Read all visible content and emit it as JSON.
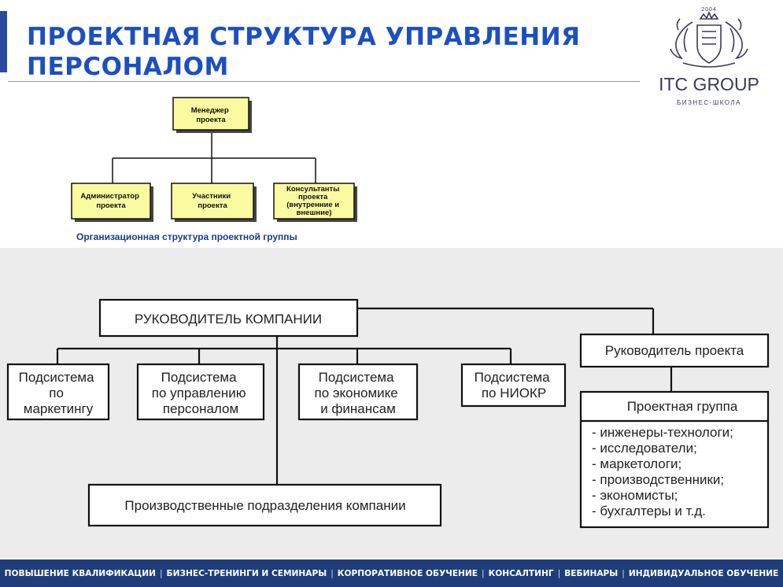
{
  "header": {
    "title_line1": "ПРОЕКТНАЯ СТРУКТУРА УПРАВЛЕНИЯ",
    "title_line2": "ПЕРСОНАЛОМ"
  },
  "logo": {
    "year": "2004",
    "name": "ITC GROUP",
    "subtitle": "БИЗНЕС-ШКОЛА"
  },
  "small_chart": {
    "manager": [
      "Менеджер",
      "проекта"
    ],
    "nodes": [
      [
        "Администратор",
        "проекта"
      ],
      [
        "Участники",
        "проекта"
      ],
      [
        "Консультанты",
        "проекта",
        "(внутренние и",
        "внешние)"
      ]
    ],
    "caption": "Организационная структура проектной группы"
  },
  "large_chart": {
    "root": "РУКОВОДИТЕЛЬ КОМПАНИИ",
    "subsystems": [
      [
        "Подсистема",
        "по",
        "маркетингу"
      ],
      [
        "Подсистема",
        "по управлению",
        "персоналом"
      ],
      [
        "Подсистема",
        "по экономике",
        "и финансам"
      ],
      [
        "Подсистема",
        "по НИОКР"
      ]
    ],
    "production": "Производственные подразделения компании",
    "project_head": "Руководитель проекта",
    "project_group": "Проектная группа",
    "group_members": [
      "- инженеры-технологи;",
      "- исследователи;",
      "- маркетологи;",
      "- производственники;",
      "- экономисты;",
      "- бухгалтеры и т.д."
    ]
  },
  "footer": {
    "items": [
      "ПОВЫШЕНИЕ КВАЛИФИКАЦИИ",
      "БИЗНЕС-ТРЕНИНГИ И СЕМИНАРЫ",
      "КОРПОРАТИВНОЕ ОБУЧЕНИЕ",
      "КОНСАЛТИНГ",
      "ВЕБИНАРЫ",
      "ИНДИВИДУАЛЬНОЕ ОБУЧЕНИЕ"
    ]
  },
  "colors": {
    "title": "#1c4fc0",
    "node_fill": "#fafaa0",
    "footer_bg": "#1f3d7a",
    "caption": "#1a3d8a"
  }
}
